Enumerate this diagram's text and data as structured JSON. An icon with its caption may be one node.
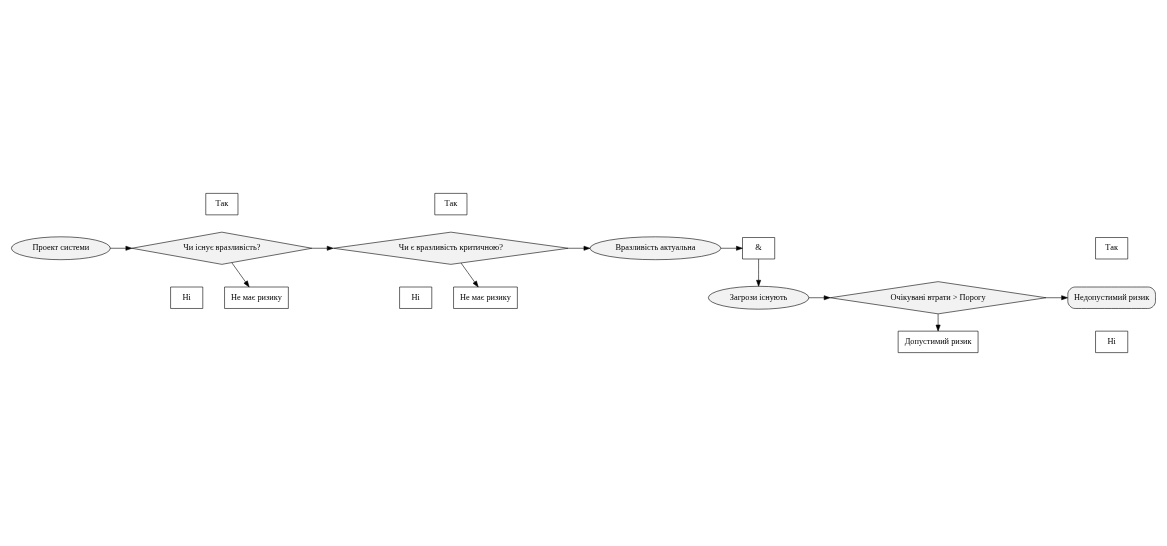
{
  "diagram": {
    "nodes": [
      {
        "text": [
          "Проект системи"
        ]
      },
      {
        "text": [
          "Чи існує вразливість?"
        ]
      },
      {
        "text": [
          "Так"
        ]
      },
      {
        "text": [
          "Ні"
        ]
      },
      {
        "text": [
          "Не має ризику"
        ]
      },
      {
        "text": [
          "Чи є вразливість критичною?"
        ]
      },
      {
        "text": [
          "Так"
        ]
      },
      {
        "text": [
          "Ні"
        ]
      },
      {
        "text": [
          "Не має ризику"
        ]
      },
      {
        "text": [
          "Вразливість актуальна"
        ]
      },
      {
        "text": [
          "&"
        ]
      },
      {
        "text": [
          "Загрози існують"
        ]
      },
      {
        "text": [
          "Очікувані втрати > Порогу"
        ]
      },
      {
        "text": [
          "Так"
        ]
      },
      {
        "text": [
          "Ні"
        ]
      },
      {
        "text": [
          "Недопустимий ризик"
        ]
      },
      {
        "text": [
          "Допустимий ризик"
        ]
      }
    ],
    "edges": [
      {
        "from": 0,
        "to": 1,
        "arrow": "to"
      },
      {
        "from": 1,
        "to": 5,
        "arrow": "to"
      },
      {
        "from": 1,
        "to": 4,
        "arrow": "to"
      },
      {
        "from": 5,
        "to": 9,
        "arrow": "to"
      },
      {
        "from": 5,
        "to": 8,
        "arrow": "to"
      },
      {
        "from": 9,
        "to": 10,
        "arrow": "to"
      },
      {
        "from": 10,
        "to": 11,
        "arrow": "to"
      },
      {
        "from": 11,
        "to": 12,
        "arrow": "to"
      },
      {
        "from": 12,
        "to": 15,
        "arrow": "to"
      },
      {
        "from": 12,
        "to": 16,
        "arrow": "to"
      }
    ]
  }
}
